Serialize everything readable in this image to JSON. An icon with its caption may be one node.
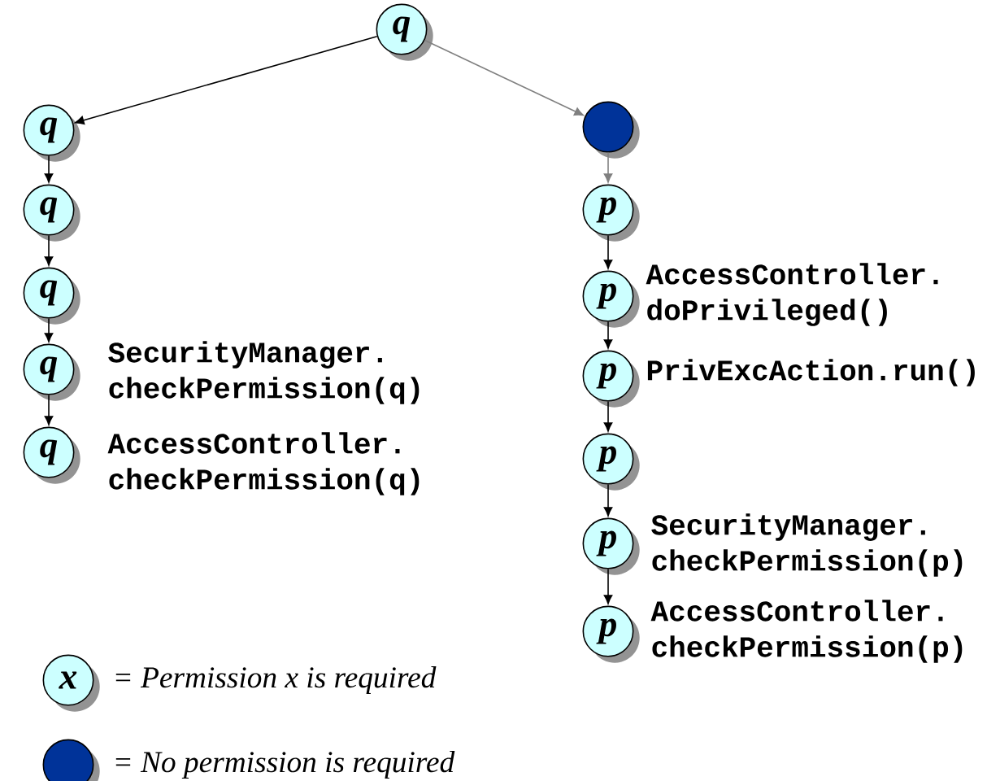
{
  "diagram": {
    "nodes": [
      {
        "text": [
          "q"
        ]
      },
      {
        "text": [
          "q"
        ]
      },
      {
        "text": [
          "q"
        ]
      },
      {
        "text": [
          "q"
        ]
      },
      {
        "text": [
          "q"
        ],
        "beside": [
          "SecurityManager. checkPermission(q)"
        ]
      },
      {
        "text": [
          "q"
        ],
        "beside": [
          "AccessController. checkPermission(q)"
        ]
      },
      {
        "text": [],
        "shape": "circle"
      },
      {
        "text": [
          "p"
        ]
      },
      {
        "text": [
          "p"
        ],
        "beside": [
          "AccessController. doPrivileged()"
        ]
      },
      {
        "text": [
          "p"
        ],
        "beside": [
          "PrivExcAction.run()"
        ]
      },
      {
        "text": [
          "p"
        ]
      },
      {
        "text": [
          "p"
        ],
        "beside": [
          "SecurityManager. checkPermission(p)"
        ]
      },
      {
        "text": [
          "p"
        ],
        "beside": [
          "AccessController. checkPermission(p)"
        ]
      }
    ],
    "edges": [
      {
        "from": 0,
        "to": 1,
        "arrow": "to"
      },
      {
        "from": 0,
        "to": 6,
        "arrow": "to",
        "color": "#808080"
      },
      {
        "from": 1,
        "to": 2,
        "arrow": "to"
      },
      {
        "from": 2,
        "to": 3,
        "arrow": "to"
      },
      {
        "from": 3,
        "to": 4,
        "arrow": "to"
      },
      {
        "from": 4,
        "to": 5,
        "arrow": "to"
      },
      {
        "from": 6,
        "to": 7,
        "arrow": "to",
        "color": "#808080"
      },
      {
        "from": 7,
        "to": 8,
        "arrow": "to"
      },
      {
        "from": 8,
        "to": 9,
        "arrow": "to"
      },
      {
        "from": 9,
        "to": 10,
        "arrow": "to"
      },
      {
        "from": 10,
        "to": 11,
        "arrow": "to"
      },
      {
        "from": 11,
        "to": 12,
        "arrow": "to"
      }
    ],
    "labels": [
      "x"
    ],
    "legend": [
      {
        "text": "= Permission x is required",
        "color": "#ccffff"
      },
      {
        "text": "= No permission is required",
        "color": "#003399"
      }
    ]
  }
}
